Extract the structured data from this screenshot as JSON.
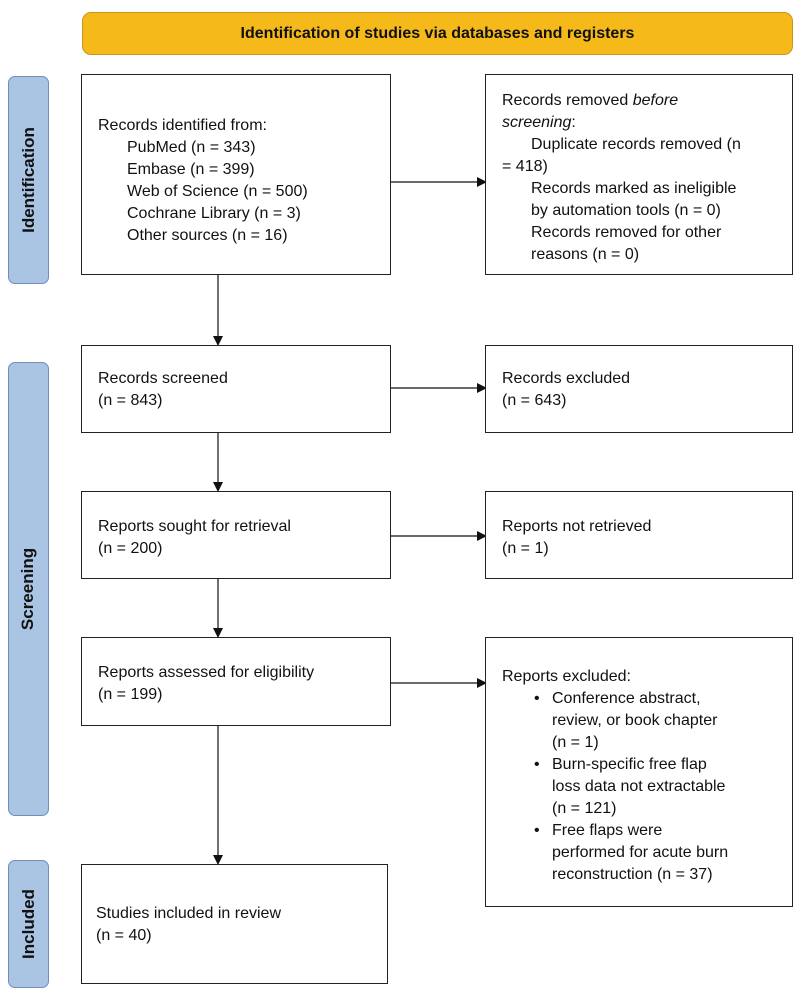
{
  "header": {
    "title": "Identification of studies via databases and registers"
  },
  "phases": {
    "identification": "Identification",
    "screening": "Screening",
    "included": "Included"
  },
  "records_identified": {
    "heading": "Records identified from:",
    "sources": [
      "PubMed (n = 343)",
      "Embase (n = 399)",
      "Web of Science (n = 500)",
      "Cochrane Library (n = 3)",
      "Other sources (n = 16)"
    ]
  },
  "records_removed": {
    "heading_prefix": "Records removed ",
    "heading_italic_1": "before",
    "heading_italic_2": "screening",
    "heading_suffix": ":",
    "items": [
      "Duplicate records removed (n",
      "= 418)",
      "Records marked as ineligible",
      "by automation tools (n = 0)",
      "Records removed for other",
      "reasons (n = 0)"
    ]
  },
  "records_screened": {
    "label": "Records screened",
    "count": "(n = 843)"
  },
  "records_excluded": {
    "label": "Records excluded",
    "count": "(n = 643)"
  },
  "reports_sought": {
    "label": "Reports sought for retrieval",
    "count": "(n = 200)"
  },
  "reports_not_retrieved": {
    "label": "Reports not retrieved",
    "count": "(n = 1)"
  },
  "reports_assessed": {
    "label": "Reports assessed for eligibility",
    "count": "(n = 199)"
  },
  "reports_excluded": {
    "heading": "Reports excluded:",
    "items": [
      [
        "Conference abstract,",
        "review, or book chapter",
        "(n = 1)"
      ],
      [
        "Burn-specific free flap",
        "loss data not extractable",
        "(n = 121)"
      ],
      [
        "Free flaps were",
        "performed for acute burn",
        "reconstruction (n = 37)"
      ]
    ]
  },
  "studies_included": {
    "label": "Studies included in review",
    "count": "(n = 40)"
  }
}
